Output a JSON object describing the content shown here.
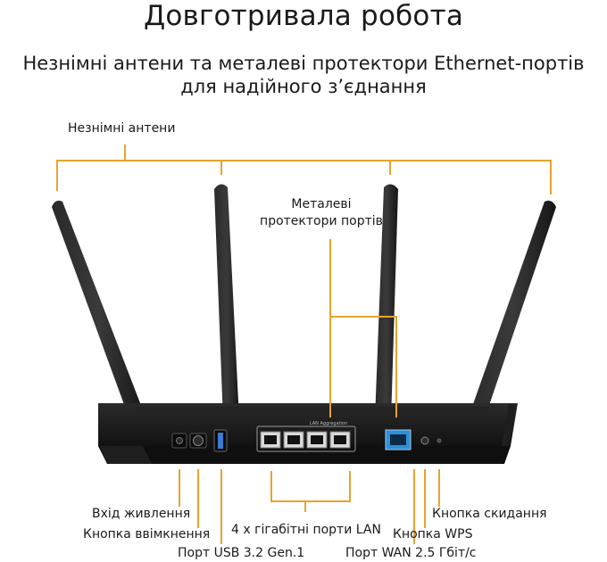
{
  "title": "Довготривала робота",
  "subtitle_line1": "Незнімні антени та металеві протектори Ethernet-портів",
  "subtitle_line2": "для надійного з’єднання",
  "labels": {
    "antennas": "Незнімні антени",
    "port_protectors_line1": "Металеві",
    "port_protectors_line2": "протектори портів",
    "power_input": "Вхід живлення",
    "power_button": "Кнопка ввімкнення",
    "usb_port": "Порт USB 3.2 Gen.1",
    "lan_ports": "4 x гігабітні порти LAN",
    "wps_button": "Кнопка WPS",
    "wan_port": "Порт WAN 2.5 Гбіт/с",
    "reset_button": "Кнопка скидання"
  },
  "device_print": {
    "lan_aggregation": "LAN Aggregation"
  },
  "colors": {
    "callout_line": "#e8a32e",
    "router_body": "#1b1b1b",
    "usb_accent": "#3a7bd5",
    "wan_port": "#2f8fd8"
  }
}
